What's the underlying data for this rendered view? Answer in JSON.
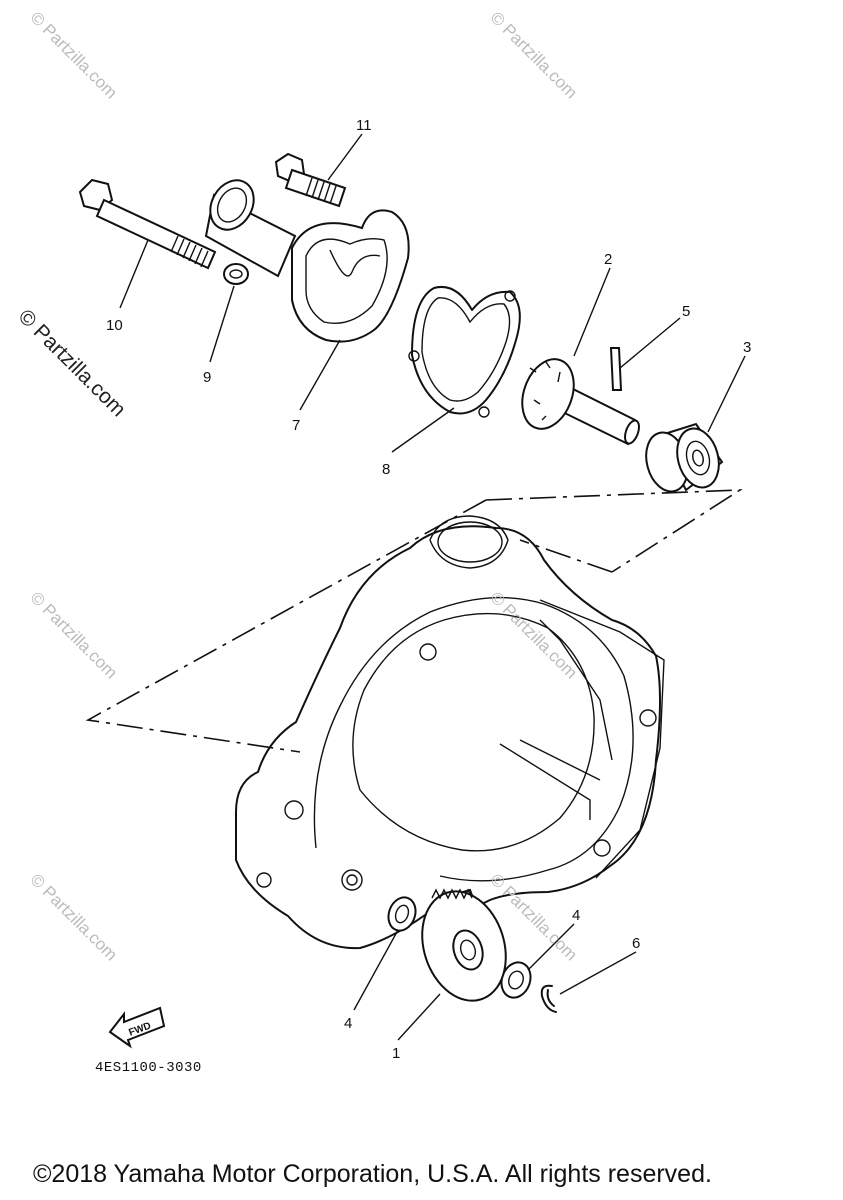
{
  "diagram": {
    "callouts": [
      "11",
      "2",
      "5",
      "3",
      "10",
      "9",
      "7",
      "8",
      "4",
      "6",
      "4",
      "1"
    ],
    "fwd_label": "FWD",
    "drawing_code": "4ES1100-3030",
    "copyright": "©2018 Yamaha Motor Corporation, U.S.A. All rights reserved.",
    "watermark": "© Partzilla.com"
  }
}
